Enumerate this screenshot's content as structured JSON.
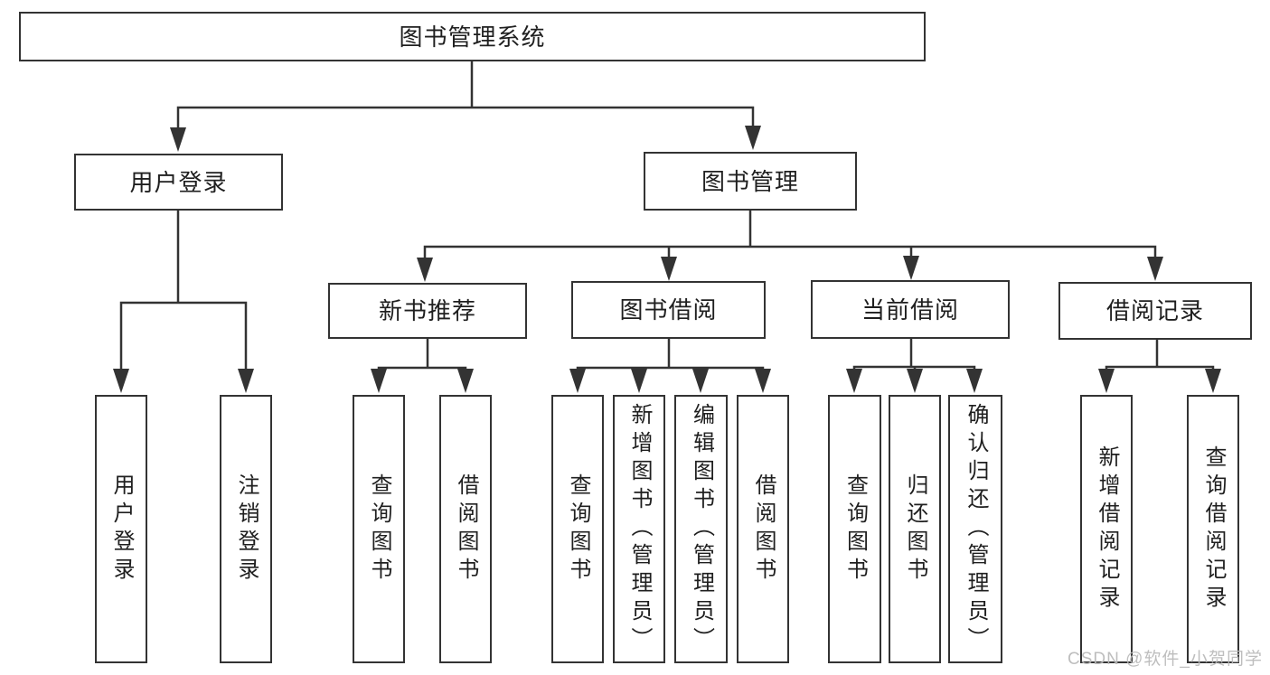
{
  "tree": {
    "root": {
      "label": "图书管理系统"
    },
    "level2": [
      {
        "label": "用户登录"
      },
      {
        "label": "图书管理"
      }
    ],
    "level3": [
      {
        "label": "新书推荐"
      },
      {
        "label": "图书借阅"
      },
      {
        "label": "当前借阅"
      },
      {
        "label": "借阅记录"
      }
    ],
    "leaves": {
      "user": [
        "用户登录",
        "注销登录"
      ],
      "recommend": [
        "查询图书",
        "借阅图书"
      ],
      "borrow": [
        "查询图书",
        "新增图书（管理员）",
        "编辑图书（管理员）",
        "借阅图书"
      ],
      "current": [
        "查询图书",
        "归还图书",
        "确认归还（管理员）"
      ],
      "records": [
        "新增借阅记录",
        "查询借阅记录"
      ]
    }
  },
  "watermark": {
    "text": "CSDN @软件_小贺同学"
  },
  "colors": {
    "line": "#333333",
    "box_border": "#333333",
    "box_fill": "#ffffff",
    "text": "#1f1f1f",
    "watermark": "#b9b9b9",
    "background": "#ffffff"
  }
}
